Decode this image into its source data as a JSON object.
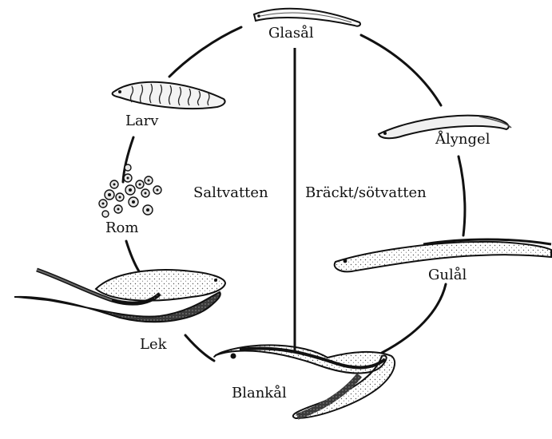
{
  "labels": {
    "glasal": "Glasål",
    "alyngel": "Ålyngel",
    "gulal": "Gulål",
    "blankal": "Blankål",
    "lek": "Lek",
    "rom": "Rom",
    "larv": "Larv",
    "saltvatten": "Saltvatten",
    "brackt": "Bräckt/sötvatten"
  }
}
